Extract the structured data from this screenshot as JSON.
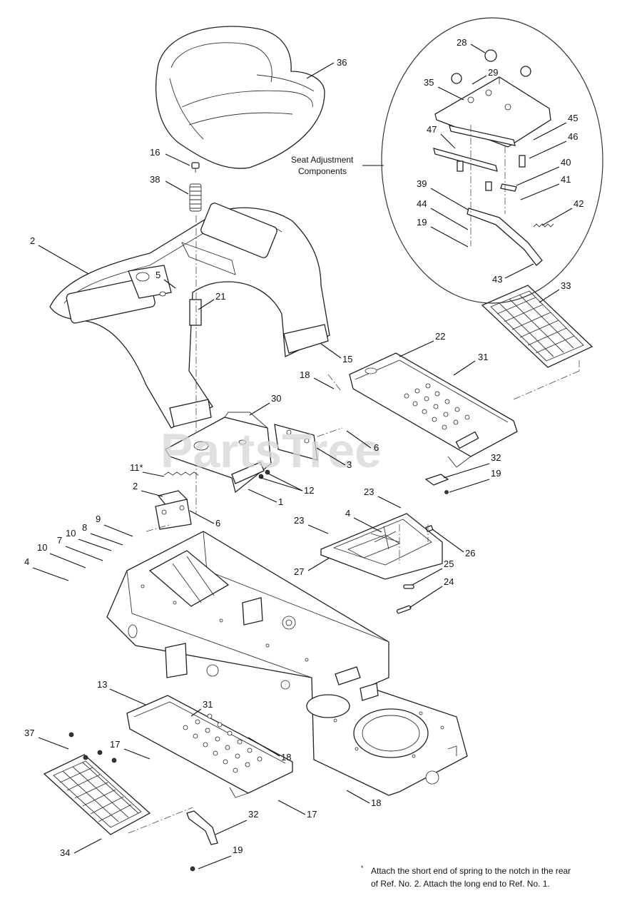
{
  "watermark": "PartsTree",
  "inset_label": [
    "Seat Adjustment",
    "Components"
  ],
  "footnote": {
    "mark": "*",
    "lines": [
      "Attach the short end of spring to the notch in the rear",
      "of Ref. No. 2. Attach the long end to Ref. No. 1."
    ]
  },
  "callouts": [
    {
      "id": "c36",
      "label": "36"
    },
    {
      "id": "c16",
      "label": "16"
    },
    {
      "id": "c38",
      "label": "38"
    },
    {
      "id": "c2a",
      "label": "2"
    },
    {
      "id": "c5",
      "label": "5"
    },
    {
      "id": "c21",
      "label": "21"
    },
    {
      "id": "c15",
      "label": "15"
    },
    {
      "id": "c18a",
      "label": "18"
    },
    {
      "id": "c22",
      "label": "22"
    },
    {
      "id": "c31a",
      "label": "31"
    },
    {
      "id": "c33",
      "label": "33"
    },
    {
      "id": "c30",
      "label": "30"
    },
    {
      "id": "c6a",
      "label": "6"
    },
    {
      "id": "c3",
      "label": "3"
    },
    {
      "id": "c11",
      "label": "11*"
    },
    {
      "id": "c12",
      "label": "12"
    },
    {
      "id": "c1",
      "label": "1"
    },
    {
      "id": "c2b",
      "label": "2"
    },
    {
      "id": "c6b",
      "label": "6"
    },
    {
      "id": "c32a",
      "label": "32"
    },
    {
      "id": "c19a",
      "label": "19"
    },
    {
      "id": "c23a",
      "label": "23"
    },
    {
      "id": "c23b",
      "label": "23"
    },
    {
      "id": "c4a",
      "label": "4"
    },
    {
      "id": "c26",
      "label": "26"
    },
    {
      "id": "c27",
      "label": "27"
    },
    {
      "id": "c25",
      "label": "25"
    },
    {
      "id": "c24",
      "label": "24"
    },
    {
      "id": "c9",
      "label": "9"
    },
    {
      "id": "c8",
      "label": "8"
    },
    {
      "id": "c10a",
      "label": "10"
    },
    {
      "id": "c7",
      "label": "7"
    },
    {
      "id": "c10b",
      "label": "10"
    },
    {
      "id": "c4b",
      "label": "4"
    },
    {
      "id": "c13",
      "label": "13"
    },
    {
      "id": "c31b",
      "label": "31"
    },
    {
      "id": "c18b",
      "label": "18"
    },
    {
      "id": "c37",
      "label": "37"
    },
    {
      "id": "c17a",
      "label": "17"
    },
    {
      "id": "c17b",
      "label": "17"
    },
    {
      "id": "c18c",
      "label": "18"
    },
    {
      "id": "c34",
      "label": "34"
    },
    {
      "id": "c32b",
      "label": "32"
    },
    {
      "id": "c19b",
      "label": "19"
    },
    {
      "id": "c28",
      "label": "28"
    },
    {
      "id": "c29",
      "label": "29"
    },
    {
      "id": "c35",
      "label": "35"
    },
    {
      "id": "c45",
      "label": "45"
    },
    {
      "id": "c47",
      "label": "47"
    },
    {
      "id": "c46",
      "label": "46"
    },
    {
      "id": "c40",
      "label": "40"
    },
    {
      "id": "c41",
      "label": "41"
    },
    {
      "id": "c39",
      "label": "39"
    },
    {
      "id": "c42",
      "label": "42"
    },
    {
      "id": "c44",
      "label": "44"
    },
    {
      "id": "c19c",
      "label": "19"
    },
    {
      "id": "c43",
      "label": "43"
    }
  ]
}
